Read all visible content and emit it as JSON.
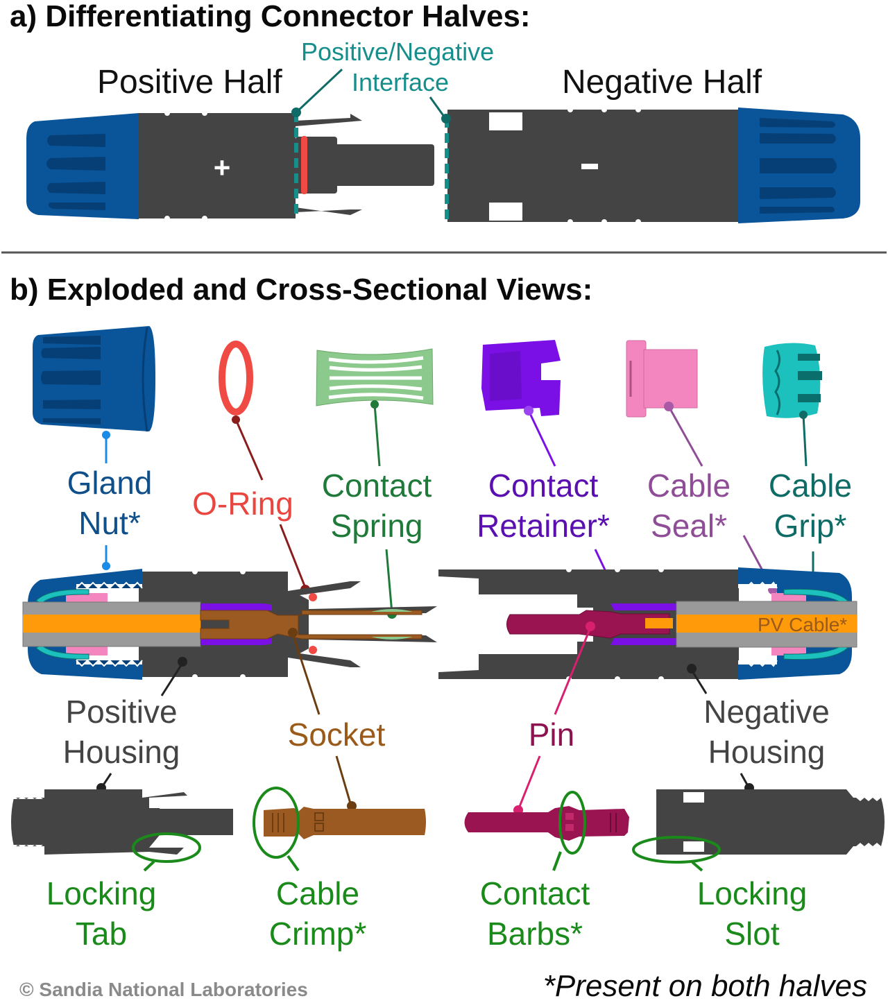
{
  "section_a": {
    "title": "a) Differentiating Connector Halves:",
    "positive_half": "Positive Half",
    "negative_half": "Negative Half",
    "interface_line1": "Positive/Negative",
    "interface_line2": "Interface",
    "plus_symbol": "+",
    "minus_symbol": "–"
  },
  "section_b": {
    "title": "b) Exploded and Cross-Sectional Views:",
    "components": [
      {
        "line1": "Gland",
        "line2": "Nut*",
        "color": "#0f4f8a"
      },
      {
        "line1": "O-Ring",
        "line2": "",
        "color": "#e8463f"
      },
      {
        "line1": "Contact",
        "line2": "Spring",
        "color": "#1f7a3a"
      },
      {
        "line1": "Contact",
        "line2": "Retainer*",
        "color": "#5a0fb0"
      },
      {
        "line1": "Cable",
        "line2": "Seal*",
        "color": "#8e4d96"
      },
      {
        "line1": "Cable",
        "line2": "Grip*",
        "color": "#0e6b66"
      }
    ],
    "pv_cable_label": "PV Cable*",
    "middle_labels": [
      {
        "line1": "Positive",
        "line2": "Housing",
        "color": "#444444"
      },
      {
        "line1": "Socket",
        "line2": "",
        "color": "#9a5a1a"
      },
      {
        "line1": "Pin",
        "line2": "",
        "color": "#8c1250"
      },
      {
        "line1": "Negative",
        "line2": "Housing",
        "color": "#444444"
      }
    ],
    "feature_labels": [
      {
        "line1": "Locking",
        "line2": "Tab"
      },
      {
        "line1": "Cable",
        "line2": "Crimp*"
      },
      {
        "line1": "Contact",
        "line2": "Barbs*"
      },
      {
        "line1": "Locking",
        "line2": "Slot"
      }
    ],
    "feature_color": "#1a8a1a"
  },
  "footer": {
    "credit": "© Sandia National Laboratories",
    "note": "*Present on both halves"
  },
  "colors": {
    "housing": "#444444",
    "gland_nut": "#0a5499",
    "gland_nut_dark": "#063f75",
    "o_ring": "#f04a44",
    "spring": "#8cc98c",
    "retainer": "#7a10e6",
    "seal": "#f486bf",
    "grip": "#1cc0bc",
    "socket": "#9a5a22",
    "pin": "#9b1452",
    "cable_core": "#ff9a0a",
    "cable_jacket": "#9a9a9a",
    "interface": "#168f8c"
  }
}
